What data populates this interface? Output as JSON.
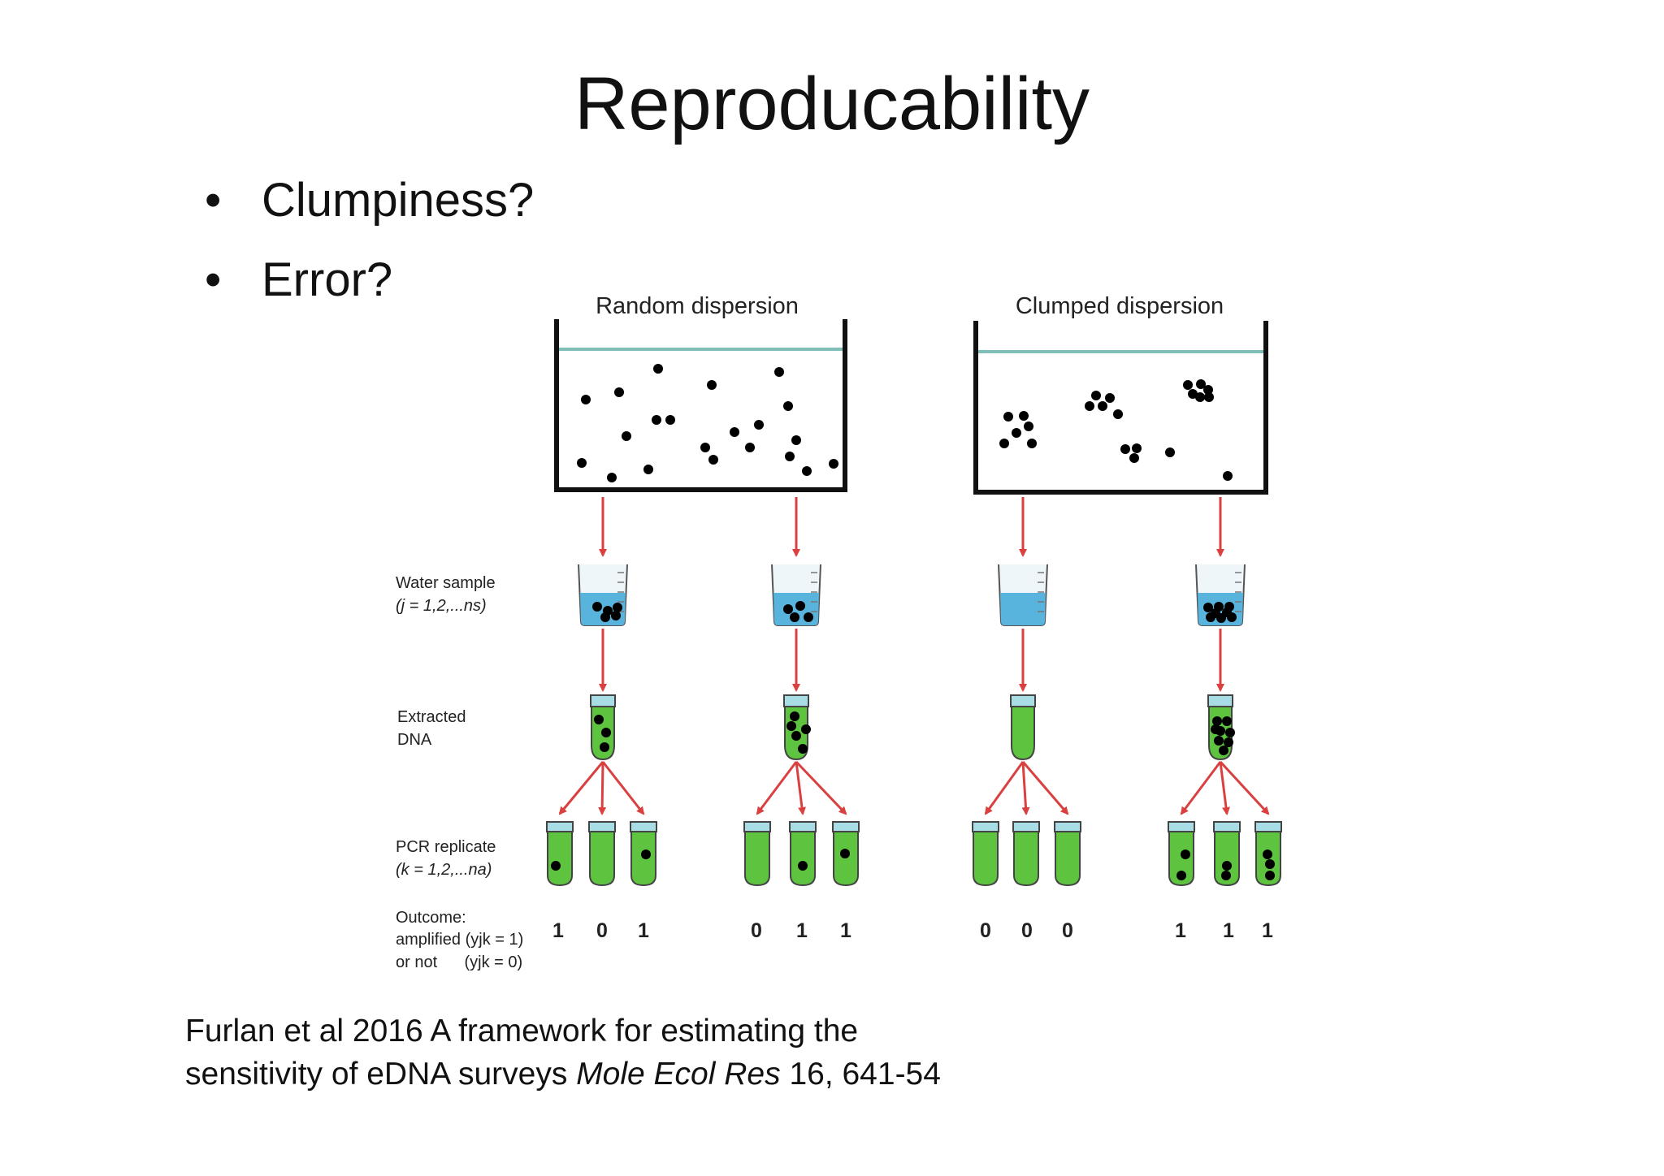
{
  "slide": {
    "title": "Reproducability",
    "bullet_marker": "•",
    "bullets": [
      "Clumpiness?",
      "Error?"
    ],
    "citation": {
      "line1": "Furlan et al 2016 A framework for estimating the",
      "line2_pre": "sensitivity of eDNA surveys ",
      "line2_journal": "Mole Ecol Res",
      "line2_post": " 16, 641-54"
    }
  },
  "diagram": {
    "panel_titles": [
      "Random dispersion",
      "Clumped dispersion"
    ],
    "row_labels": {
      "water_sample": "Water sample",
      "water_index": "(j = 1,2,...ns)",
      "extracted_1": "Extracted",
      "extracted_2": "DNA",
      "pcr": "PCR replicate",
      "pcr_index": "(k = 1,2,...na)",
      "outcome_1": "Outcome:",
      "outcome_2": "amplified (yjk = 1)",
      "outcome_3": "or not      (yjk = 0)"
    },
    "outcomes": [
      [
        "1",
        "0",
        "1"
      ],
      [
        "0",
        "1",
        "1"
      ],
      [
        "0",
        "0",
        "0"
      ],
      [
        "1",
        "1",
        "1"
      ]
    ],
    "colors": {
      "water_line": "#7fbfb8",
      "arrow": "#d9403f",
      "beaker_water": "#58b3dd",
      "tube_green": "#5ec43f",
      "dot": "#000000"
    }
  }
}
